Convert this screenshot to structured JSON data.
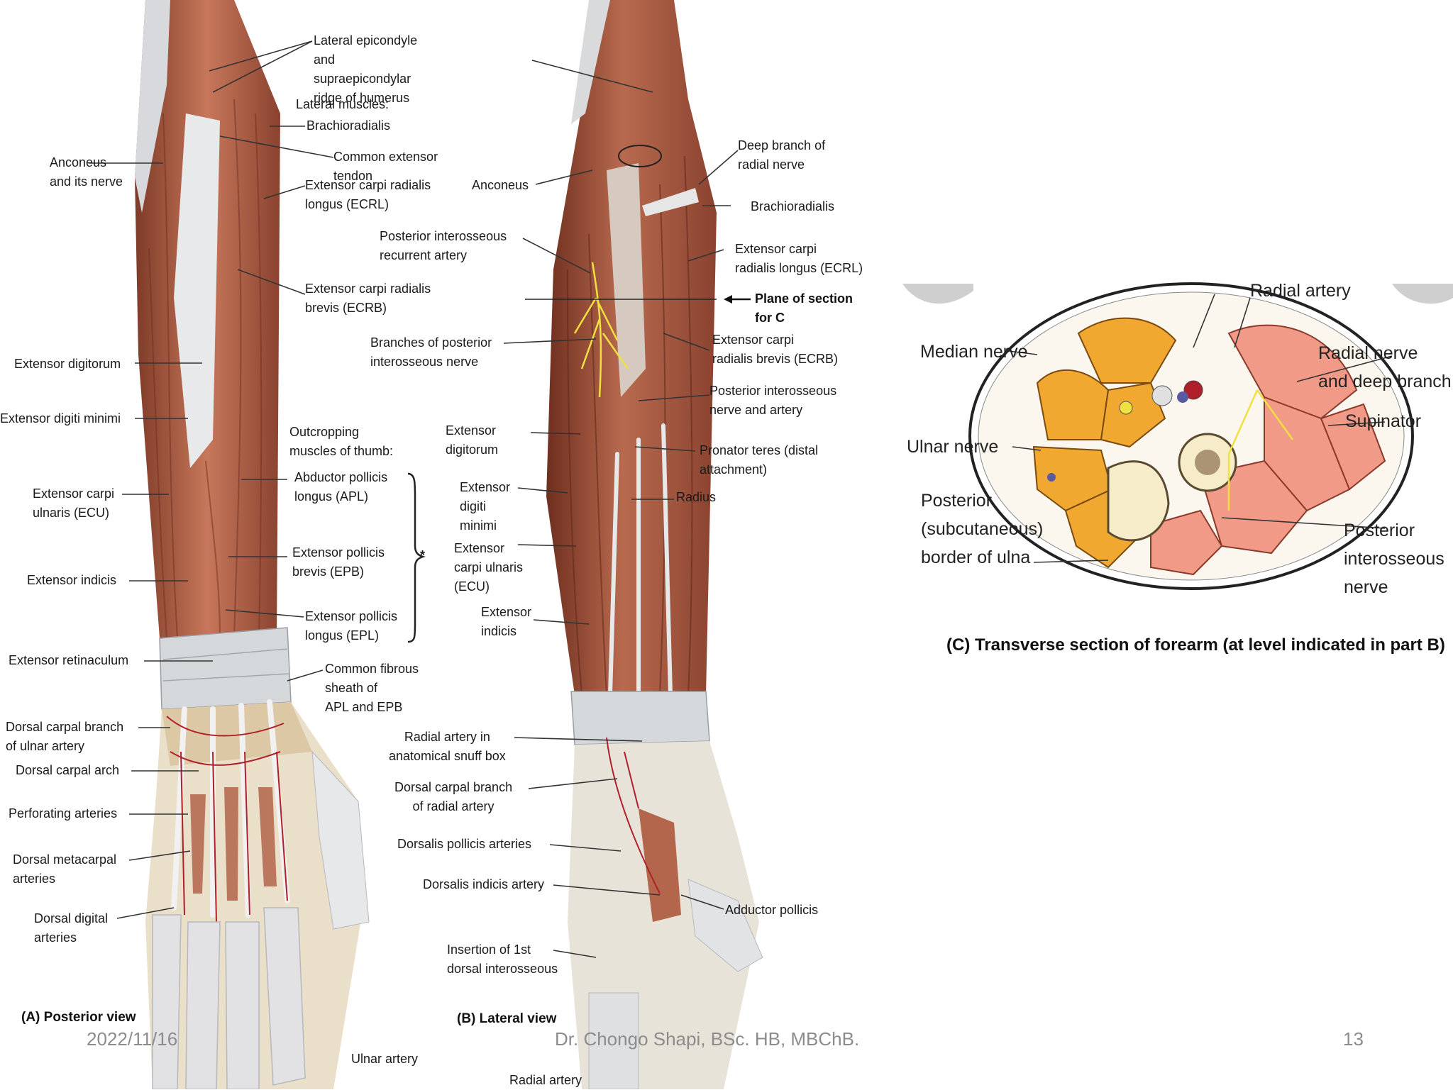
{
  "panel_a": {
    "caption": "(A) Posterior view",
    "labels": {
      "lateral_epicondyle": "Lateral epicondyle and\nsupraepicondylar ridge of humerus",
      "lateral_muscles": "Lateral muscles:",
      "brachioradialis": "Brachioradialis",
      "common_extensor_tendon": "Common extensor tendon",
      "anconeus_nerve": "Anconeus\nand its nerve",
      "ecrl": "Extensor carpi radialis\nlongus (ECRL)",
      "ecrb": "Extensor carpi radialis\nbrevis (ECRB)",
      "extensor_digitorum": "Extensor digitorum",
      "extensor_digiti_minimi": "Extensor digiti minimi",
      "outcropping": "Outcropping\nmuscles of thumb:",
      "apl": "Abductor pollicis\nlongus (APL)",
      "ecu": "Extensor carpi\nulnaris (ECU)",
      "epb": "Extensor pollicis\nbrevis (EPB)",
      "star": "*",
      "extensor_indicis": "Extensor indicis",
      "epl": "Extensor pollicis\nlongus (EPL)",
      "extensor_retinaculum": "Extensor retinaculum",
      "common_fibrous_sheath": "Common fibrous sheath of\nAPL and EPB",
      "dorsal_carpal_ulnar": "Dorsal carpal branch\nof ulnar artery",
      "dorsal_carpal_arch": "Dorsal carpal arch",
      "perforating_arteries": "Perforating arteries",
      "dorsal_metacarpal": "Dorsal metacarpal\narteries",
      "dorsal_digital": "Dorsal digital\narteries",
      "ulnar_artery": "Ulnar artery"
    }
  },
  "panel_b": {
    "caption": "(B) Lateral view",
    "labels": {
      "deep_branch_radial": "Deep branch of\nradial nerve",
      "anconeus": "Anconeus",
      "brachioradialis": "Brachioradialis",
      "post_interosseous_recurrent": "Posterior interosseous\nrecurrent artery",
      "ecrl": "Extensor carpi\nradialis longus (ECRL)",
      "plane_of_section": "Plane of section\nfor C",
      "branches_post_interosseous": "Branches of posterior\ninterosseous nerve",
      "ecrb": "Extensor carpi\nradialis brevis (ECRB)",
      "post_interosseous_nerve_artery": "Posterior interosseous\nnerve and artery",
      "extensor_digitorum": "Extensor\ndigitorum",
      "pronator_teres": "Pronator teres (distal\nattachment)",
      "extensor_digiti_minimi": "Extensor\ndigiti\nminimi",
      "radius": "Radius",
      "ecu": "Extensor\ncarpi ulnaris\n(ECU)",
      "extensor_indicis": "Extensor\nindicis",
      "radial_artery_snuff_box": "Radial artery in\nanatomical snuff box",
      "dorsal_carpal_radial": "Dorsal carpal branch\nof radial artery",
      "dorsalis_pollicis": "Dorsalis pollicis arteries",
      "dorsalis_indicis": "Dorsalis indicis artery",
      "adductor_pollicis": "Adductor pollicis",
      "insertion_1st_dorsal": "Insertion of 1st\ndorsal interosseous",
      "radial_artery": "Radial artery"
    }
  },
  "panel_c": {
    "caption": "(C) Transverse section of forearm (at level indicated in part B)",
    "labels": {
      "radial_artery": "Radial artery",
      "median_nerve": "Median nerve",
      "radial_nerve_deep": "Radial nerve\nand deep branch",
      "supinator": "Supinator",
      "ulnar_nerve": "Ulnar nerve",
      "posterior_border_ulna": "Posterior\n(subcutaneous)\nborder of ulna",
      "posterior_interosseous_nerve": "Posterior\ninterosseous\nnerve"
    }
  },
  "footer": {
    "date": "2022/11/16",
    "author": "Dr. Chongo Shapi, BSc. HB, MBChB.",
    "page": "13"
  },
  "colors": {
    "muscle": "#b5654a",
    "muscle_dark": "#8a4330",
    "tendon": "#d9dadc",
    "bone": "#f3e6c4",
    "section_yellow": "#f0a830",
    "section_pink": "#f29a88",
    "nerve": "#f0e040",
    "artery": "#b0202a",
    "footer_text": "#8c8c8c"
  }
}
